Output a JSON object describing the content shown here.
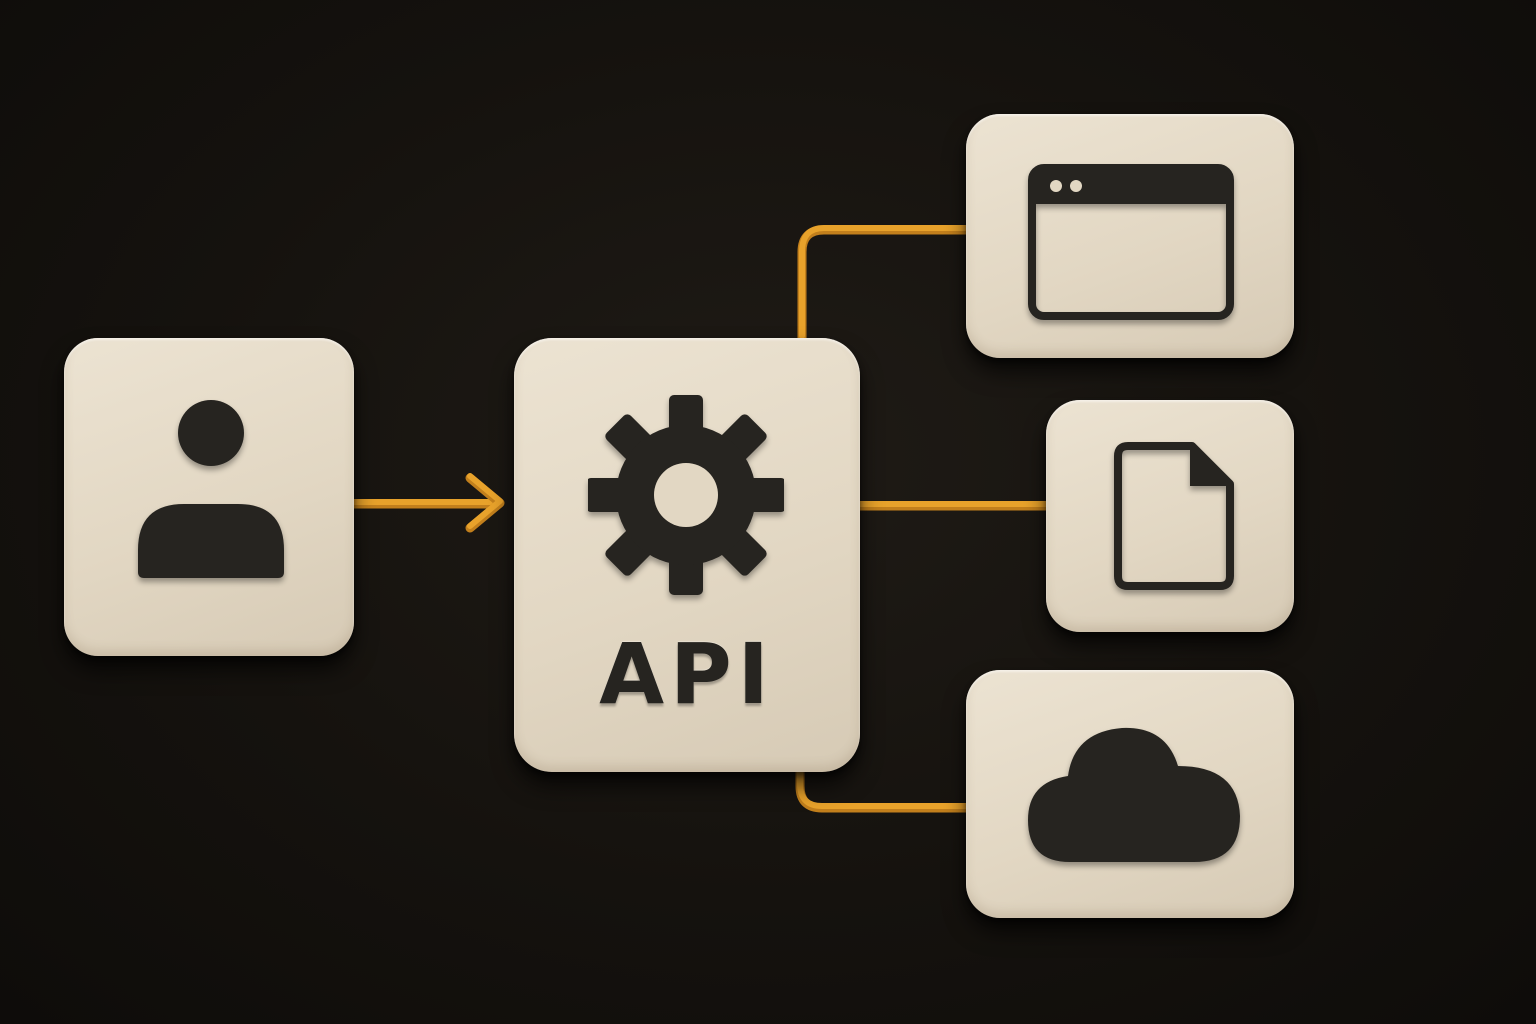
{
  "diagram": {
    "nodes": [
      {
        "id": "user",
        "icon": "user-icon"
      },
      {
        "id": "api",
        "icon": "gear-icon",
        "label": "API"
      },
      {
        "id": "browser",
        "icon": "browser-window-icon"
      },
      {
        "id": "document",
        "icon": "document-icon"
      },
      {
        "id": "cloud",
        "icon": "cloud-icon"
      }
    ],
    "edges": [
      {
        "from": "user",
        "to": "api",
        "arrow": true
      },
      {
        "from": "api",
        "to": "browser",
        "arrow": false
      },
      {
        "from": "api",
        "to": "document",
        "arrow": false
      },
      {
        "from": "api",
        "to": "cloud",
        "arrow": false
      }
    ]
  },
  "colors": {
    "background": "#15120e",
    "tile": "#e4d9c6",
    "icon": "#262420",
    "connector": "#e8a22b"
  }
}
